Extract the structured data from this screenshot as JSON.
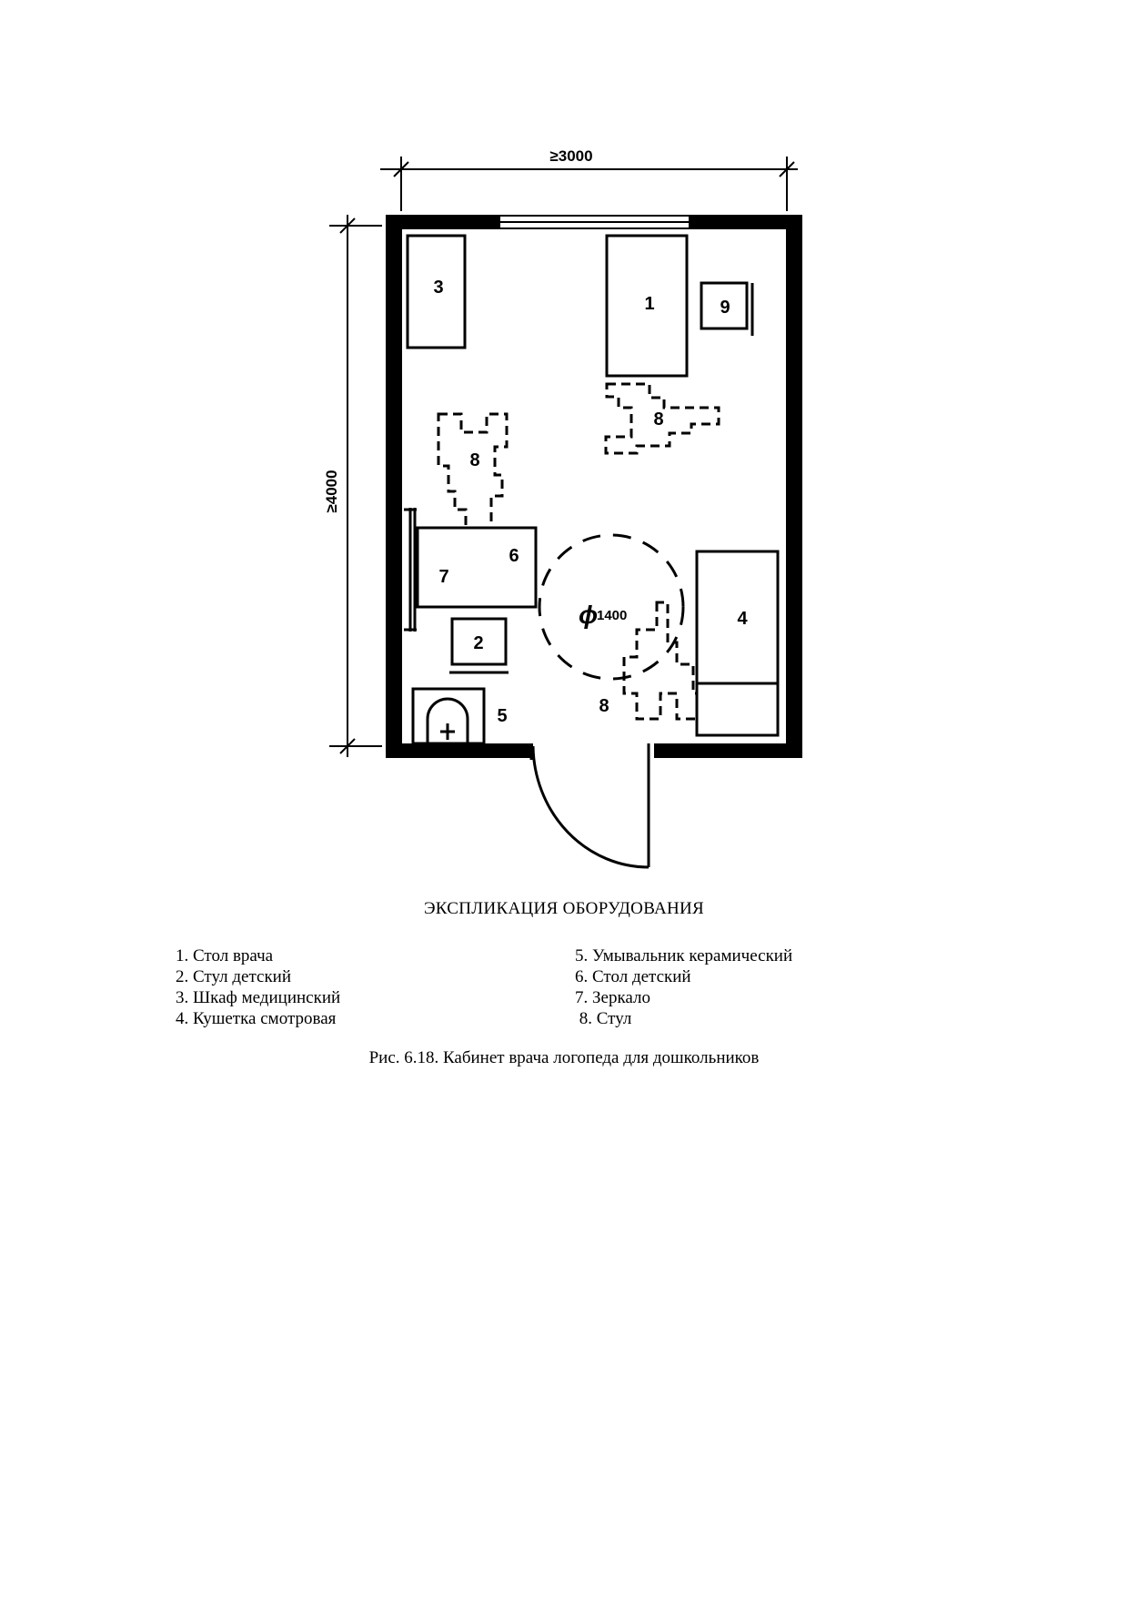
{
  "figure": {
    "dimensions": {
      "width": "≥3000",
      "height": "≥4000",
      "circle": "1400",
      "circle_symbol": "ϕ"
    },
    "plan_labels": {
      "desk": "1",
      "child_chair": "2",
      "cabinet": "3",
      "couch": "4",
      "washbasin": "5",
      "child_table": "6",
      "mirror": "7",
      "chair_top": "8",
      "chair_mid": "8",
      "chair_bottom": "8",
      "item9": "9"
    }
  },
  "legend": {
    "title": "ЭКСПЛИКАЦИЯ ОБОРУДОВАНИЯ",
    "left_items": [
      "1. Стол врача",
      "2. Стул детский",
      "3. Шкаф медицинский",
      "4. Кушетка смотровая"
    ],
    "right_items": [
      "5. Умывальник керамический",
      "6. Стол детский",
      "7. Зеркало",
      " 8. Стул"
    ]
  },
  "caption": "Рис. 6.18. Кабинет врача логопеда для дошкольников"
}
